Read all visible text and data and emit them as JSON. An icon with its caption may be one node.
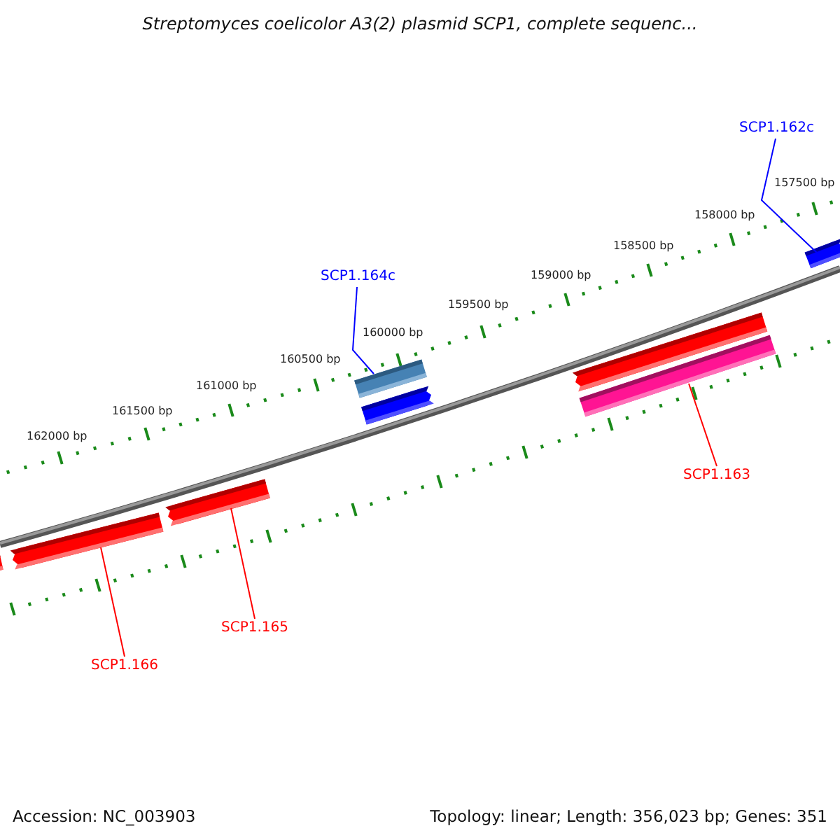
{
  "diagram": {
    "title": "Streptomyces coelicolor A3(2) plasmid SCP1, complete sequenc...",
    "nodes": [
      {
        "text": [
          "SCP1.162c"
        ]
      },
      {
        "text": [],
        "shape": "arrow"
      },
      {
        "text": [
          "SCP1.164c"
        ]
      },
      {
        "text": [],
        "shape": "bar"
      },
      {
        "text": [],
        "shape": "arrow"
      },
      {
        "text": [],
        "shape": "arrow"
      },
      {
        "text": [],
        "shape": "bar"
      },
      {
        "text": [
          "SCP1.163"
        ]
      },
      {
        "text": [],
        "shape": "bar"
      },
      {
        "text": [],
        "shape": "arrow"
      },
      {
        "text": [],
        "shape": "arrow"
      },
      {
        "text": [
          "SCP1.165"
        ]
      },
      {
        "text": [
          "SCP1.166"
        ]
      }
    ],
    "edges": [
      {
        "from": 0,
        "to": 1,
        "arrow": "none",
        "color": "#0000ff"
      },
      {
        "from": 2,
        "to": 3,
        "arrow": "none",
        "color": "#0000ff"
      },
      {
        "from": 7,
        "to": 6,
        "arrow": "none",
        "color": "#ff0000"
      },
      {
        "from": 11,
        "to": 10,
        "arrow": "none",
        "color": "#ff0000"
      },
      {
        "from": 12,
        "to": 9,
        "arrow": "none",
        "color": "#ff0000"
      }
    ],
    "labels": [
      "157500 bp",
      "158000 bp",
      "158500 bp",
      "159000 bp",
      "159500 bp",
      "160000 bp",
      "160500 bp",
      "161000 bp",
      "161500 bp",
      "162000 bp",
      "Accession: NC_003903",
      "Topology: linear; Length: 356,023 bp; Genes: 351"
    ]
  }
}
